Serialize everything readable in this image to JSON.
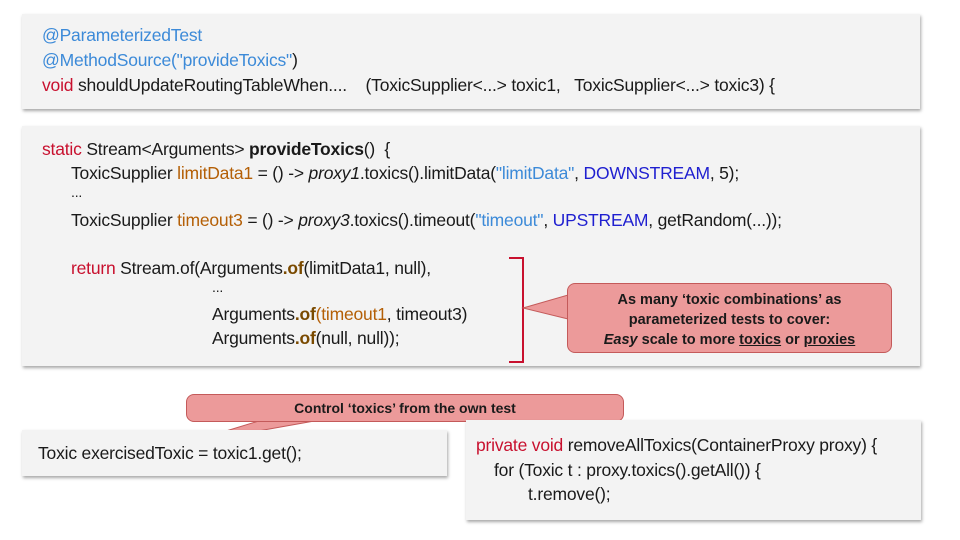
{
  "box1": {
    "line1": "@ParameterizedTest",
    "line2a": "@MethodSource(",
    "line2b": "\"provideToxics\"",
    "line2c": ")",
    "line3a": "void",
    "line3b": " shouldUpdateRoutingTableWhen....    (ToxicSupplier<...> toxic1,   ToxicSupplier<...> toxic3) {"
  },
  "box2": {
    "l1_static": "static",
    "l1_rest": " Stream<Arguments> ",
    "l1_method": "provideToxics",
    "l1_end": "()  {",
    "l2_type": "ToxicSupplier ",
    "l2_var": "limitData1",
    "l2_mid": " = () -> ",
    "l2_proxy": "proxy1",
    "l2_call": ".toxics().limitData(",
    "l2_str": "\"limitData\"",
    "l2_comma": ", ",
    "l2_const": "DOWNSTREAM",
    "l2_end": ", 5);",
    "l3": "...",
    "l4_type": "ToxicSupplier ",
    "l4_var": "timeout3",
    "l4_mid": " = () -> ",
    "l4_proxy": "proxy3",
    "l4_call": ".toxics().timeout(",
    "l4_str": "\"timeout\"",
    "l4_comma": ", ",
    "l4_const": "UPSTREAM",
    "l4_end": ", getRandom(...));",
    "l5_return": "return",
    "l5_rest": " Stream.of(Arguments",
    "of": ".of",
    "l5_end": "(limitData1, null),",
    "l6": "...",
    "l7_pre": "Arguments",
    "l7_var": "(timeout1",
    "l7_end": ", timeout3)",
    "l8_pre": "Arguments",
    "l8_end": "(null, null));"
  },
  "callout_right": {
    "line1": "As many ‘toxic combinations’ as",
    "line2": "parameterized tests to cover:",
    "easy": "Easy",
    "scale": " scale to more ",
    "toxics": "toxics",
    "or": " or ",
    "proxies": "proxies"
  },
  "callout_top": {
    "text": "Control ‘toxics’ from the own test"
  },
  "box3": {
    "text": "Toxic exercisedToxic = toxic1.get();"
  },
  "box4": {
    "l1_kw": "private void",
    "l1_rest": " removeAllToxics(ContainerProxy proxy) {",
    "l2": "for (Toxic t : proxy.toxics().getAll()) {",
    "l3": "t.remove();"
  }
}
